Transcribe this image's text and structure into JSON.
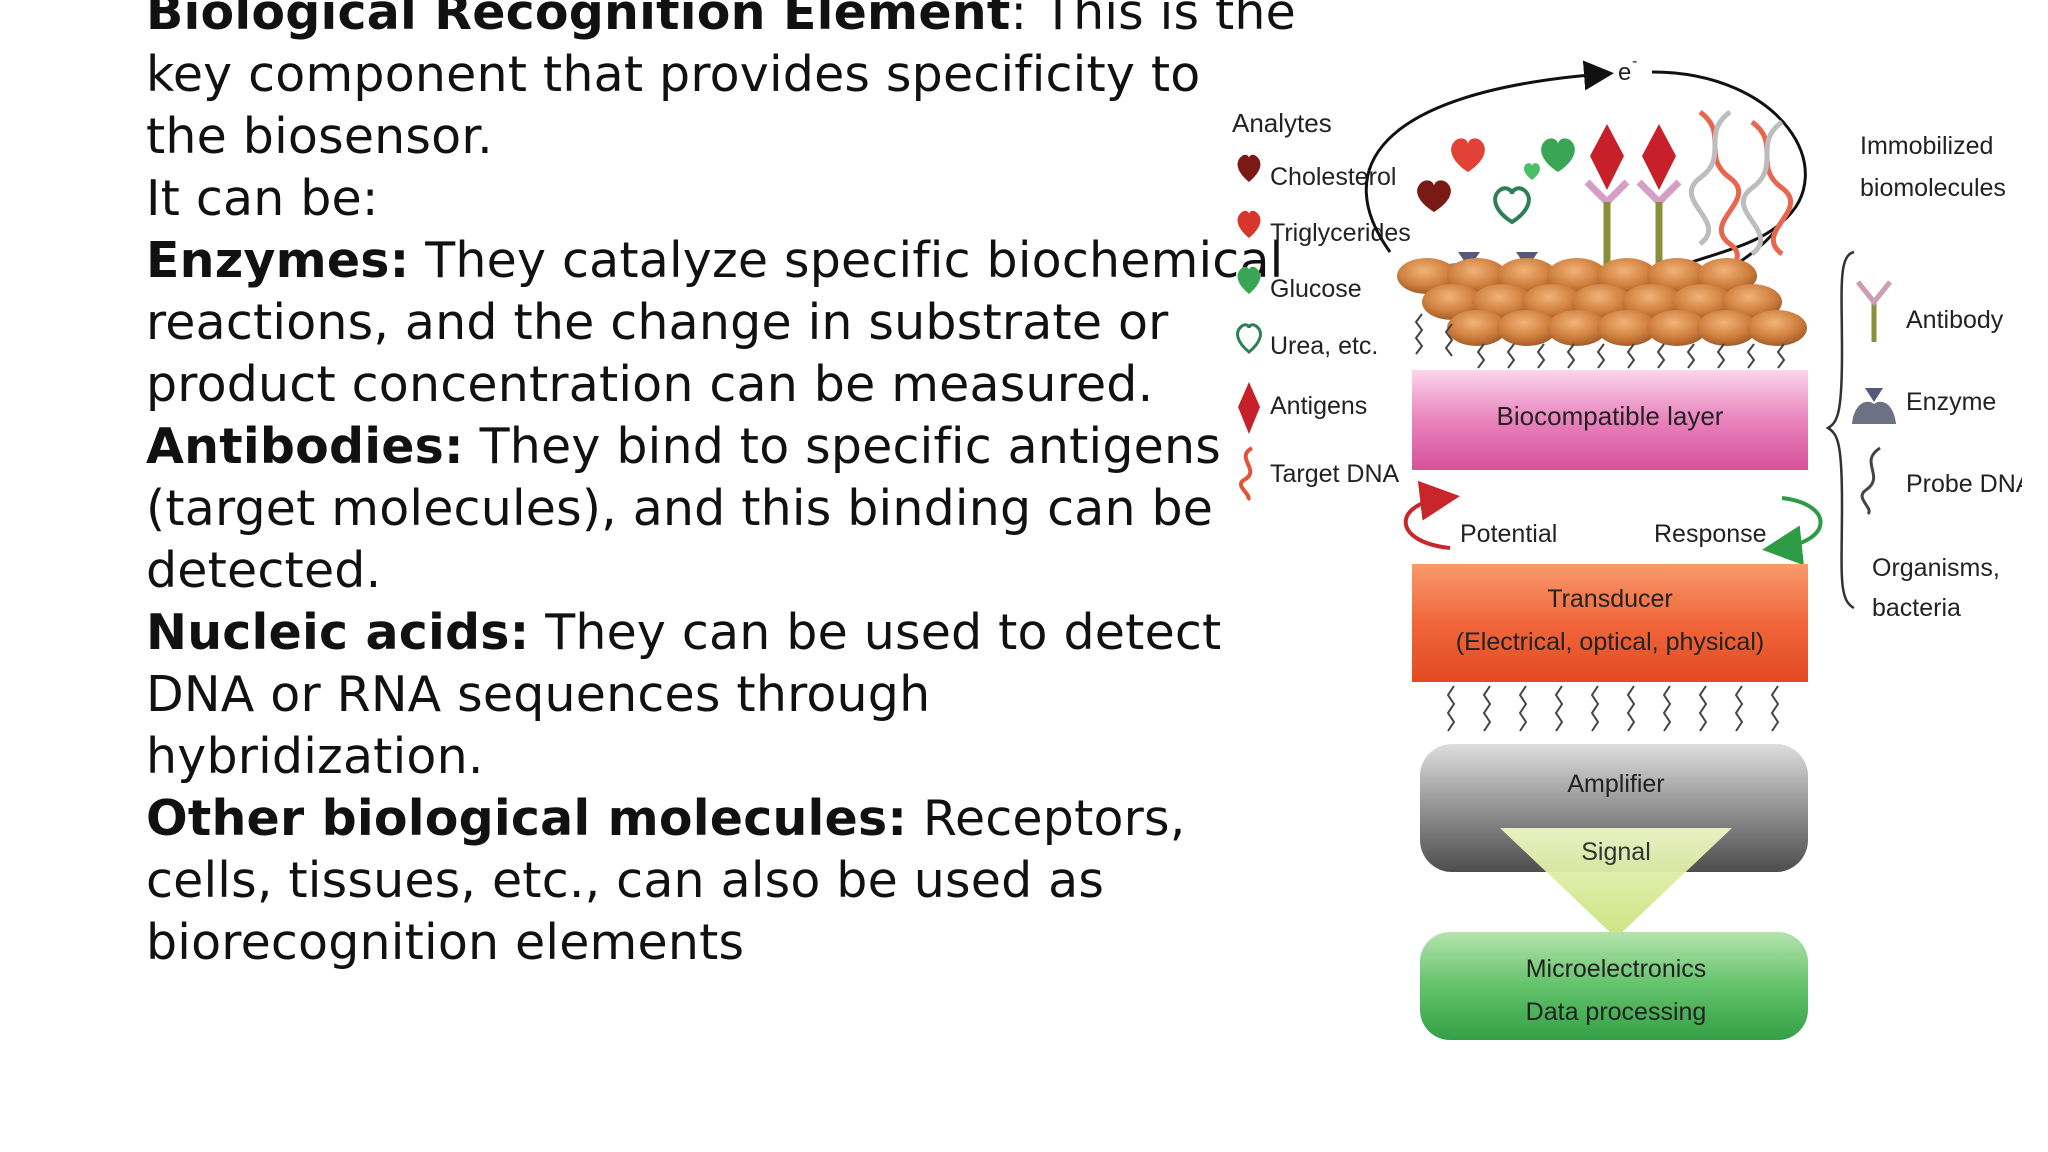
{
  "text": {
    "intro_bold": "Biological Recognition Element",
    "intro_rest": ": This is the",
    "intro_line2": "key component that provides specificity to",
    "intro_line3": "the biosensor.",
    "it_can_be": "It can be:",
    "enzymes_bold": "Enzymes:",
    "enzymes_rest": " They catalyze specific biochemical",
    "enzymes_line2": "reactions, and the change in substrate or",
    "enzymes_line3": "product concentration can be measured.",
    "antibodies_bold": "Antibodies:",
    "antibodies_rest": " They bind to specific antigens",
    "antibodies_line2": "(target molecules), and this binding can be",
    "antibodies_line3": "detected.",
    "nucleic_bold": "Nucleic acids:",
    "nucleic_rest": " They can be used to detect",
    "nucleic_line2": "DNA or RNA sequences through",
    "nucleic_line3": "hybridization.",
    "other_bold": "Other biological molecules:",
    "other_rest": " Receptors,",
    "other_line2": "cells, tissues, etc., can also be used as",
    "other_line3": "biorecognition elements"
  },
  "diagram": {
    "electron": "e",
    "electron_sup": "-",
    "analytes_title": "Analytes",
    "analytes": [
      {
        "label": "Cholesterol",
        "icon": "heart-dark-red-icon",
        "color": "#7a1a14"
      },
      {
        "label": "Triglycerides",
        "icon": "heart-red-icon",
        "color": "#d8352b"
      },
      {
        "label": "Glucose",
        "icon": "heart-green-icon",
        "color": "#3aa655"
      },
      {
        "label": "Urea, etc.",
        "icon": "heart-outline-icon",
        "color": "#2f7f56"
      },
      {
        "label": "Antigens",
        "icon": "diamond-red-icon",
        "color": "#c8202a"
      },
      {
        "label": "Target DNA",
        "icon": "dna-strand-icon",
        "color": "#e0553a"
      }
    ],
    "immobilized_title_1": "Immobilized",
    "immobilized_title_2": "biomolecules",
    "immobilized": [
      {
        "label": "Antibody",
        "icon": "antibody-y-icon"
      },
      {
        "label": "Enzyme",
        "icon": "enzyme-icon"
      },
      {
        "label": "Probe DNA",
        "icon": "probe-dna-icon"
      },
      {
        "label_1": "Organisms,",
        "label_2": "bacteria"
      }
    ],
    "biocompatible_layer": "Biocompatible layer",
    "potential": "Potential",
    "response": "Response",
    "transducer_1": "Transducer",
    "transducer_2": "(Electrical, optical, physical)",
    "amplifier": "Amplifier",
    "signal": "Signal",
    "micro_1": "Microelectronics",
    "micro_2": "Data processing",
    "colors": {
      "biocompatible": "#e77bb6",
      "transducer": "#ef5a32",
      "amplifier": "#7a7a7a",
      "microelectronics": "#4cb455",
      "signal_triangle": "#d9ec9b",
      "substrate_blob": "#c9773a"
    }
  }
}
